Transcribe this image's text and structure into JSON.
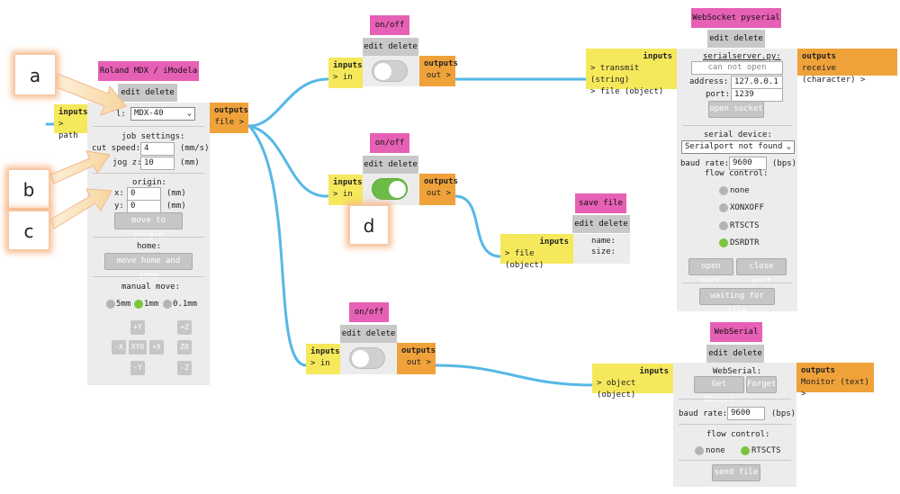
{
  "colors": {
    "title": "#e660b5",
    "edit": "#c8c8c8",
    "body": "#ececec",
    "inputs": "#f5e85b",
    "outputs": "#f0a23a",
    "wire": "#56b8e6",
    "active": "#7cc43e"
  },
  "common": {
    "edit_delete": "edit delete",
    "inputs": "inputs",
    "outputs": "outputs",
    "in": "> in",
    "out": "out >"
  },
  "roland": {
    "title": "Roland MDX / iModela",
    "input_path": "> path",
    "output_file": "file >",
    "machine_label": "l:",
    "machine_value": "MDX-40",
    "job_settings": "job settings:",
    "cut_speed_label": "cut speed:",
    "cut_speed_value": "4",
    "cut_speed_unit": "(mm/s)",
    "jog_z_label": "jog z:",
    "jog_z_value": "10",
    "jog_z_unit": "(mm)",
    "origin_label": "origin:",
    "x_label": "x:",
    "x_value": "0",
    "x_unit": "(mm)",
    "y_label": "y:",
    "y_value": "0",
    "y_unit": "(mm)",
    "move_to_origin": "move to origin",
    "home_label": "home:",
    "move_home": "move home and stop",
    "manual_move": "manual move:",
    "steps": [
      {
        "label": "5mm",
        "on": false
      },
      {
        "label": "1mm",
        "on": true
      },
      {
        "label": "0.1mm",
        "on": false
      }
    ],
    "jog": {
      "py": "+Y",
      "pz": "+Z",
      "mx": "-X",
      "xy0": "XY0",
      "px": "+X",
      "z0": "Z0",
      "my": "-Y",
      "mz": "-Z"
    }
  },
  "onoff1": {
    "title": "on/off",
    "on": false
  },
  "onoff2": {
    "title": "on/off",
    "on": true
  },
  "onoff3": {
    "title": "on/off",
    "on": false
  },
  "savefile": {
    "title": "save file",
    "input": "> file (object)",
    "name_label": "name:",
    "size_label": "size:"
  },
  "websocket": {
    "title": "WebSocket pyserial",
    "input_transmit": "> transmit (string)",
    "input_file": "> file (object)",
    "output_receive": "receive (character) >",
    "server_link": "serialserver.py:",
    "status": "can not open",
    "address_label": "address:",
    "address_value": "127.0.0.1",
    "port_label": "port:",
    "port_value": "1239",
    "open_socket": "open socket",
    "serial_device": "serial device:",
    "serial_value": "Serialport not found",
    "baud_label": "baud rate:",
    "baud_value": "9600",
    "baud_unit": "(bps)",
    "flow_label": "flow control:",
    "flow": [
      {
        "label": "none",
        "on": false
      },
      {
        "label": "XONXOFF",
        "on": false
      },
      {
        "label": "RTSCTS",
        "on": false
      },
      {
        "label": "DSRDTR",
        "on": true
      }
    ],
    "open_port": "open port",
    "close_port": "close port",
    "waiting": "waiting for file"
  },
  "webserial": {
    "title": "WebSerial",
    "input": "> object (object)",
    "output": "Monitor (text) >",
    "label": "WebSerial:",
    "get_device": "Get Device",
    "forget": "Forget",
    "baud_label": "baud rate:",
    "baud_value": "9600",
    "baud_unit": "(bps)",
    "flow_label": "flow control:",
    "flow": [
      {
        "label": "none",
        "on": false
      },
      {
        "label": "RTSCTS",
        "on": true
      }
    ],
    "send_file": "send file"
  },
  "callouts": {
    "a": "a",
    "b": "b",
    "c": "c",
    "d": "d"
  }
}
